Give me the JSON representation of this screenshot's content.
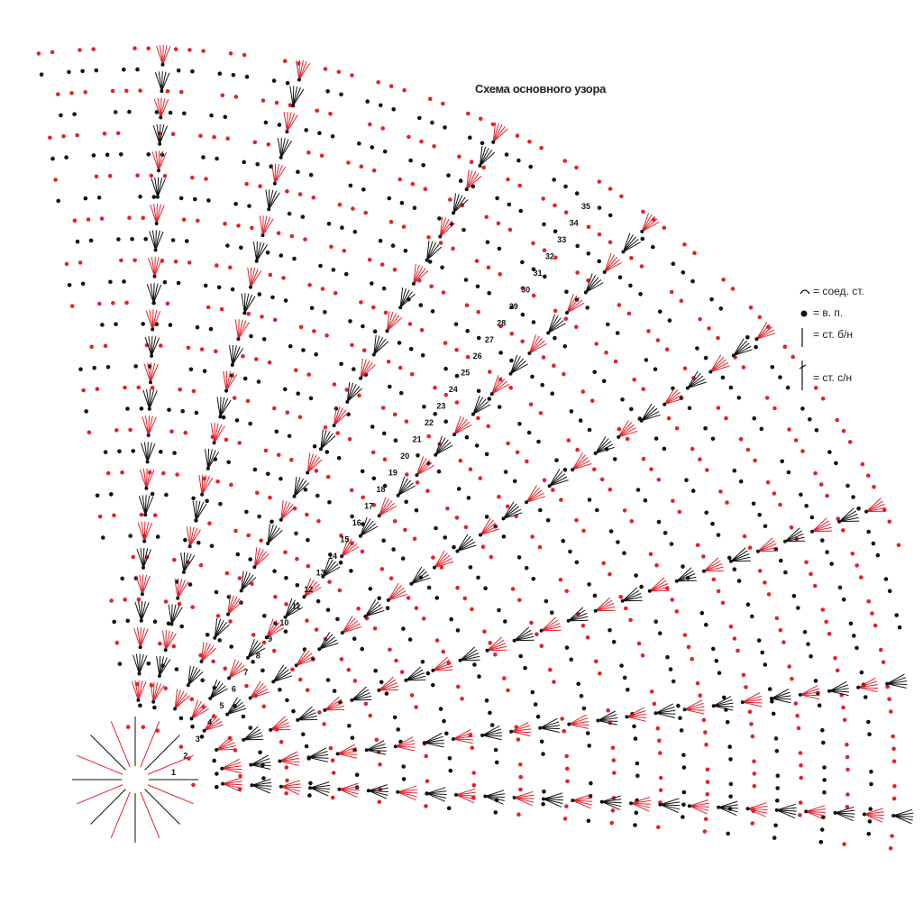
{
  "title": "Схема основного узора",
  "legend": [
    {
      "icon": "slip-stitch-arc-icon",
      "label": "= соед. ст."
    },
    {
      "icon": "chain-dot-icon",
      "label": "= в. п."
    },
    {
      "icon": "single-crochet-icon",
      "label": "= ст. б/н"
    },
    {
      "icon": "double-crochet-icon",
      "label": "= ст. с/н"
    }
  ],
  "row_numbers": [
    "1",
    "2",
    "3",
    "4",
    "5",
    "6",
    "7",
    "8",
    "9",
    "10",
    "11",
    "12",
    "13",
    "14",
    "15",
    "16",
    "17",
    "18",
    "19",
    "20",
    "21",
    "22",
    "23",
    "24",
    "25",
    "26",
    "27",
    "28",
    "29",
    "30",
    "31",
    "32",
    "33",
    "34",
    "35"
  ],
  "colors": {
    "red": "#e0232b",
    "black": "#111111",
    "text": "#222222"
  }
}
